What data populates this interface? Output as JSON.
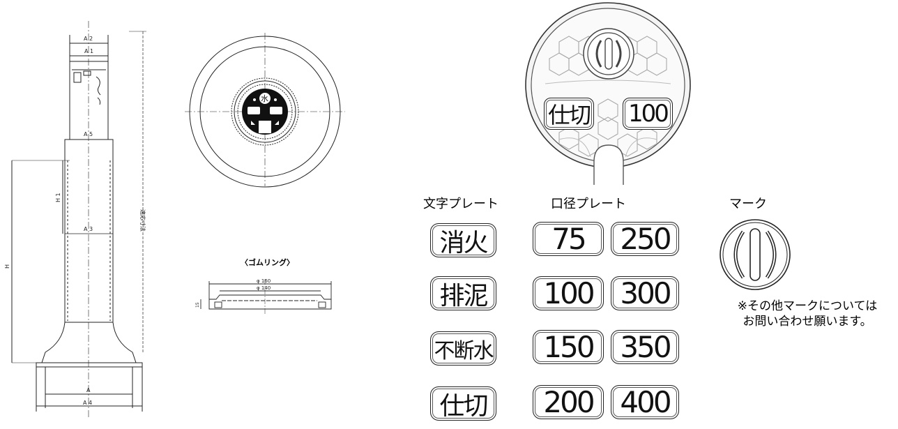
{
  "drawing": {
    "labels": {
      "a2": "A 2",
      "a1": "A 1",
      "a5": "A 5",
      "a3": "A 3",
      "a": "A",
      "a4": "A 4",
      "h1": "H 1",
      "h": "H",
      "tekio": "適応寸法",
      "phi160": "φ 160",
      "phi140": "φ 140",
      "dim": "15"
    },
    "rubber_ring_title": "〈ゴムリング〉"
  },
  "cover": {
    "plate_left": "仕切",
    "plate_right": "100"
  },
  "headers": {
    "text_plate": "文字プレート",
    "diameter_plate": "口径プレート",
    "mark": "マーク"
  },
  "text_plates": [
    "消火",
    "排泥",
    "不断水",
    "仕切"
  ],
  "diameter_plates_left": [
    "75",
    "100",
    "150",
    "200"
  ],
  "diameter_plates_right": [
    "250",
    "300",
    "350",
    "400"
  ],
  "note": {
    "line1": "※その他マークについては",
    "line2": "お問い合わせ願います。"
  }
}
